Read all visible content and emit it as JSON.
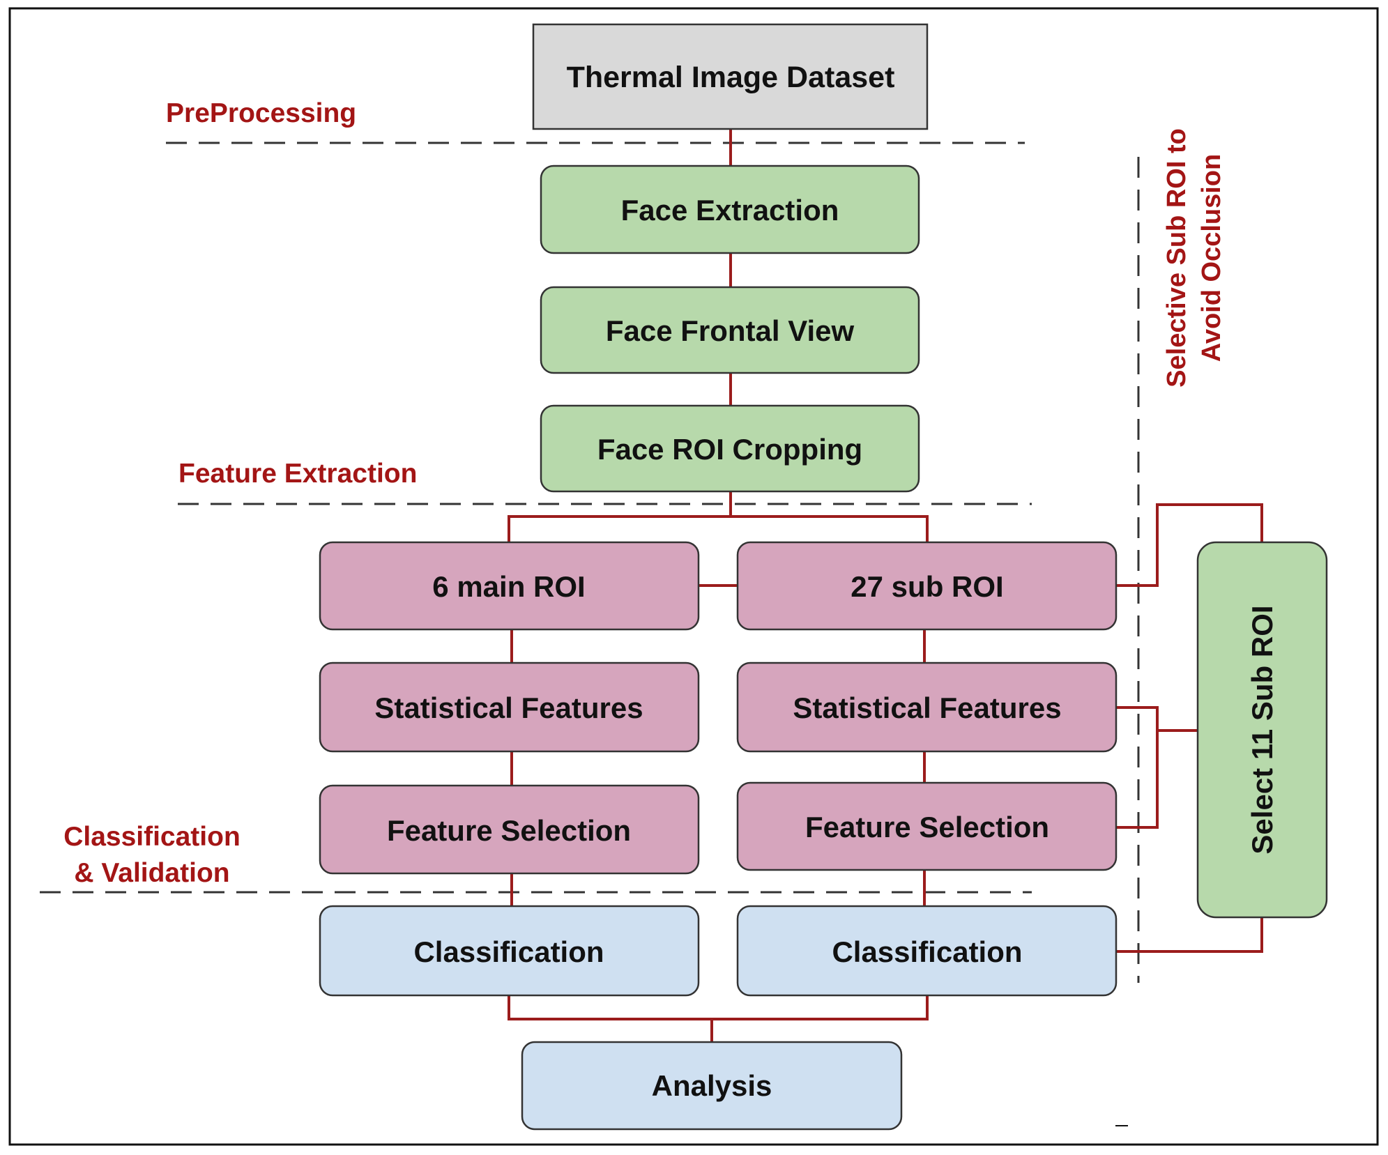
{
  "nodes": {
    "thermal_image_dataset": "Thermal Image Dataset",
    "face_extraction": "Face Extraction",
    "face_frontal_view": "Face Frontal View",
    "face_roi_cropping": "Face ROI Cropping",
    "main_roi": "6 main ROI",
    "sub_roi": "27 sub ROI",
    "statistical_features_left": "Statistical Features",
    "statistical_features_right": "Statistical Features",
    "feature_selection_left": "Feature Selection",
    "feature_selection_right": "Feature Selection",
    "classification_left": "Classification",
    "classification_right": "Classification",
    "analysis": "Analysis",
    "select_sub_roi": "Select 11 Sub ROI"
  },
  "stages": {
    "preprocessing": "PreProcessing",
    "feature_extraction": "Feature Extraction",
    "classification_line1": "Classification",
    "classification_line2": "& Validation"
  },
  "side_note": {
    "line1": "Selective Sub ROI to",
    "line2": "Avoid Occlusion"
  },
  "colors": {
    "connector": "#9b1c1c",
    "stage_label": "#a31515",
    "dataset_fill": "#d9d9d9",
    "green_fill": "#b7d9ab",
    "pink_fill": "#d6a5bd",
    "blue_fill": "#cfe0f1",
    "box_stroke": "#333333",
    "dashed_line": "#333333"
  }
}
